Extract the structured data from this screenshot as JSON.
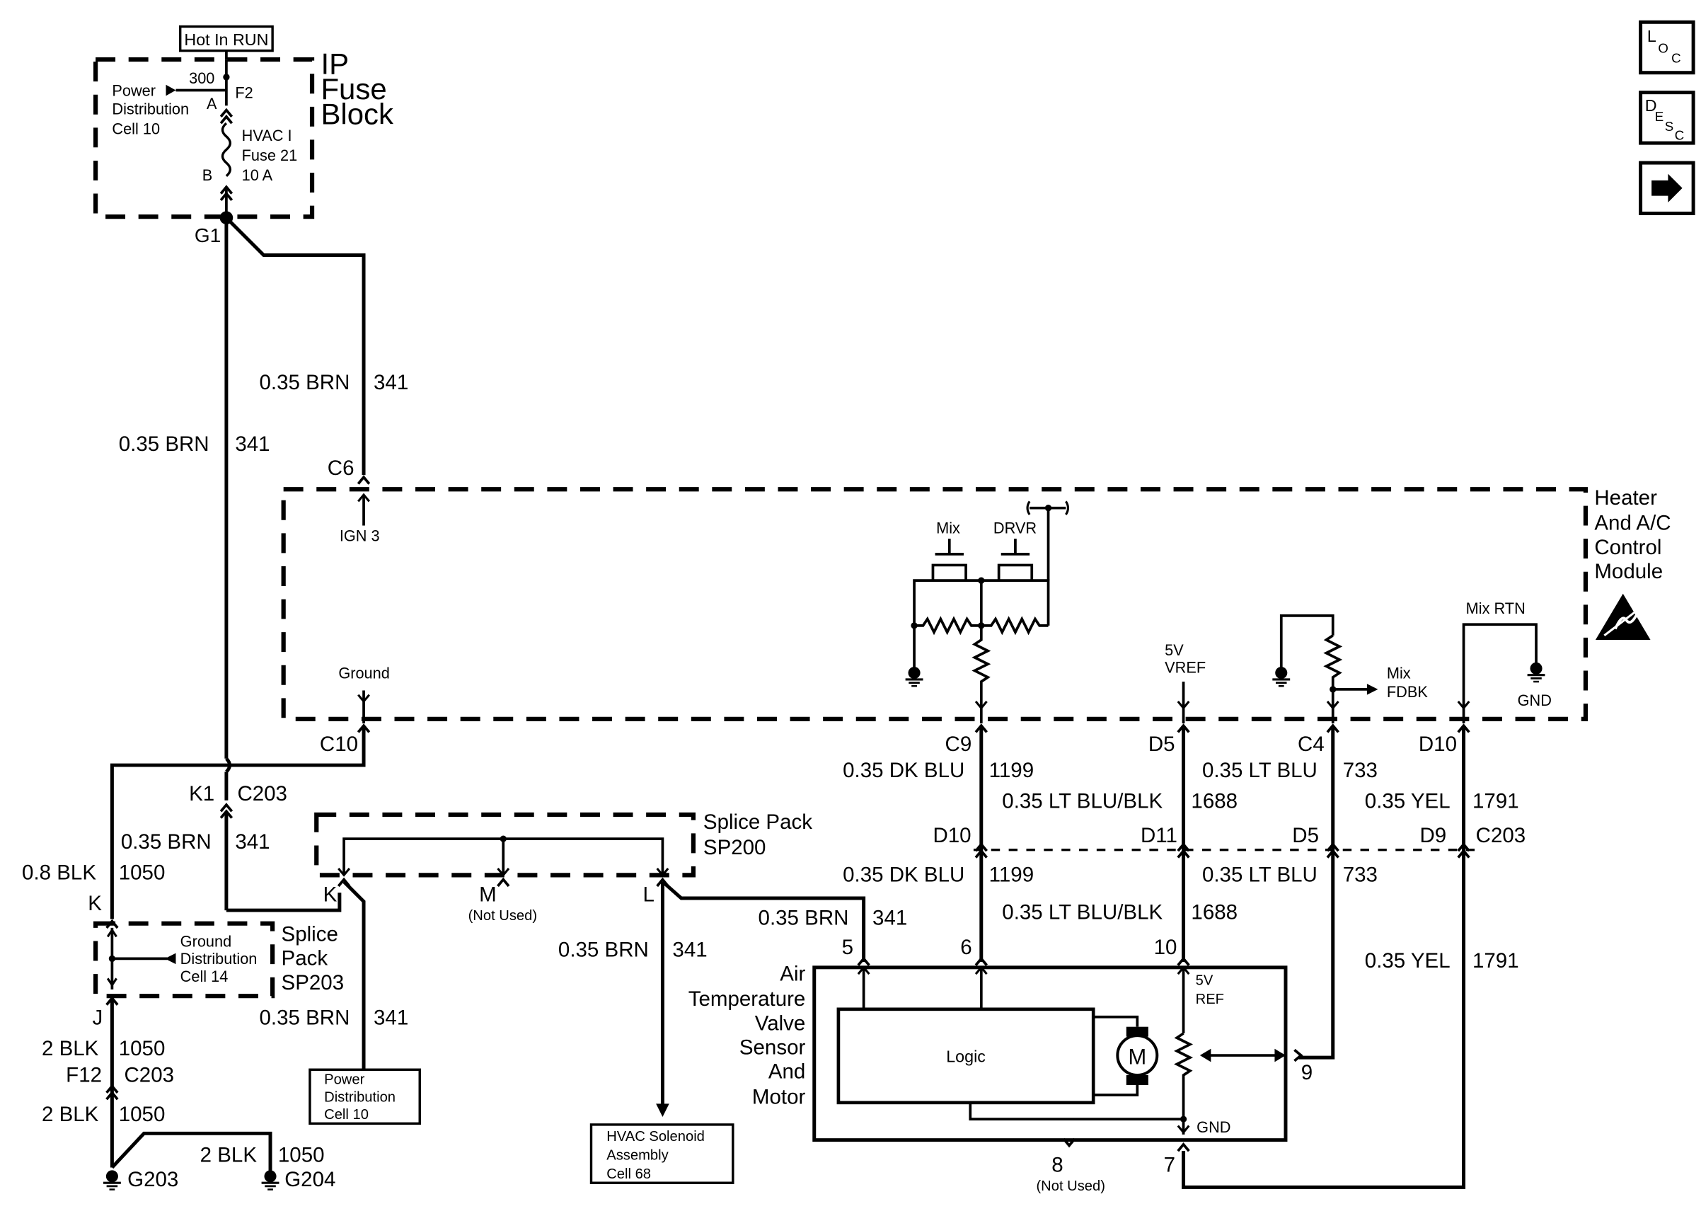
{
  "nav": {
    "loc": {
      "main": "L",
      "a": "O",
      "b": "C"
    },
    "desc": {
      "main": "D",
      "a": "E",
      "b": "S",
      "c": "C"
    },
    "next_glyph": "➡"
  },
  "fuse_block": {
    "title": [
      "IP",
      "Fuse",
      "Block"
    ],
    "label": "Hot In RUN",
    "power_dist": [
      "Power",
      "Distribution",
      "Cell 10"
    ],
    "circuit": "300",
    "pin_a": "A",
    "pin_f2": "F2",
    "pin_b": "B",
    "fuse": [
      "HVAC I",
      "Fuse 21",
      "10 A"
    ],
    "splice": "G1"
  },
  "module": {
    "title": [
      "Heater",
      "And A/C",
      "Control",
      "Module"
    ],
    "c6": "C6",
    "ign": "IGN 3",
    "ground": "Ground",
    "c10": "C10",
    "mix": "Mix",
    "drvr": "DRVR",
    "vref": [
      "5V",
      "VREF"
    ],
    "mix_fdbk": [
      "Mix",
      "FDBK"
    ],
    "mix_rtn": "Mix RTN",
    "gnd": "GND",
    "pins": {
      "c9": "C9",
      "d5": "D5",
      "c4": "C4",
      "d10": "D10"
    }
  },
  "wires": {
    "brn_gauge": "0.35 BRN",
    "brn_circuit": "341",
    "blk_08": "0.8 BLK",
    "blk_2": "2 BLK",
    "blk_circuit": "1050",
    "dkblu": "0.35 DK BLU",
    "dkblu_circuit": "1199",
    "ltblublk": "0.35 LT BLU/BLK",
    "ltblublk_circuit": "1688",
    "ltblu": "0.35 LT BLU",
    "ltblu_circuit": "733",
    "yel": "0.35 YEL",
    "yel_circuit": "1791"
  },
  "connectors": {
    "k1": "K1",
    "c203": "C203",
    "k": "K",
    "j": "J",
    "f12": "F12",
    "d10": "D10",
    "d11": "D11",
    "d5": "D5",
    "d9": "D9"
  },
  "splice_pack_200": {
    "title": [
      "Splice Pack",
      "SP200"
    ],
    "k": "K",
    "m": "M",
    "m_note": "(Not Used)",
    "l": "L"
  },
  "splice_pack_203": {
    "title": [
      "Splice",
      "Pack",
      "SP203"
    ],
    "ground_dist": [
      "Ground",
      "Distribution",
      "Cell 14"
    ]
  },
  "grounds": {
    "g203": "G203",
    "g204": "G204"
  },
  "power_dist_box": [
    "Power",
    "Distribution",
    "Cell 10"
  ],
  "hvac_solenoid_box": [
    "HVAC Solenoid",
    "Assembly",
    "Cell 68"
  ],
  "actuator": {
    "title": [
      "Air",
      "Temperature",
      "Valve",
      "Sensor",
      "And",
      "Motor"
    ],
    "logic": "Logic",
    "motor": "M",
    "ref": [
      "5V",
      "REF"
    ],
    "gnd": "GND",
    "pins": {
      "p5": "5",
      "p6": "6",
      "p10": "10",
      "p9": "9",
      "p8": "8",
      "p7": "7"
    },
    "p8_note": "(Not Used)"
  }
}
